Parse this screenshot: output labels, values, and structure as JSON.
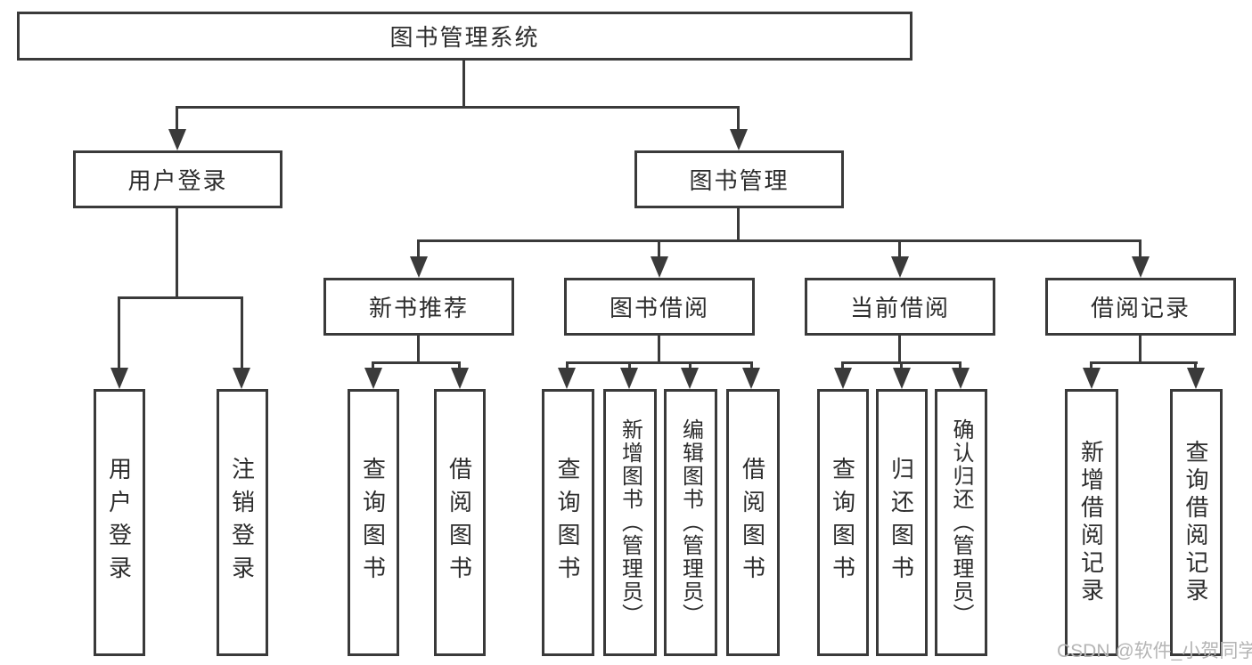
{
  "diagram": {
    "title": "图书管理系统",
    "level2": [
      {
        "label": "用户登录",
        "children": [
          {
            "label": "用户登录"
          },
          {
            "label": "注销登录"
          }
        ]
      },
      {
        "label": "图书管理",
        "children": [
          {
            "label": "新书推荐",
            "children": [
              {
                "label": "查询图书"
              },
              {
                "label": "借阅图书"
              }
            ]
          },
          {
            "label": "图书借阅",
            "children": [
              {
                "label": "查询图书"
              },
              {
                "label": "新增图书（管理员）"
              },
              {
                "label": "编辑图书（管理员）"
              },
              {
                "label": "借阅图书"
              }
            ]
          },
          {
            "label": "当前借阅",
            "children": [
              {
                "label": "查询图书"
              },
              {
                "label": "归还图书"
              },
              {
                "label": "确认归还（管理员）"
              }
            ]
          },
          {
            "label": "借阅记录",
            "children": [
              {
                "label": "新增借阅记录"
              },
              {
                "label": "查询借阅记录"
              }
            ]
          }
        ]
      }
    ]
  },
  "watermark": {
    "text": "CSDN @软件_小贺同学"
  },
  "colors": {
    "line": "#3a3a3a",
    "text": "#2d2d2d",
    "background": "#ffffff",
    "watermark": "#b5b5b5"
  }
}
